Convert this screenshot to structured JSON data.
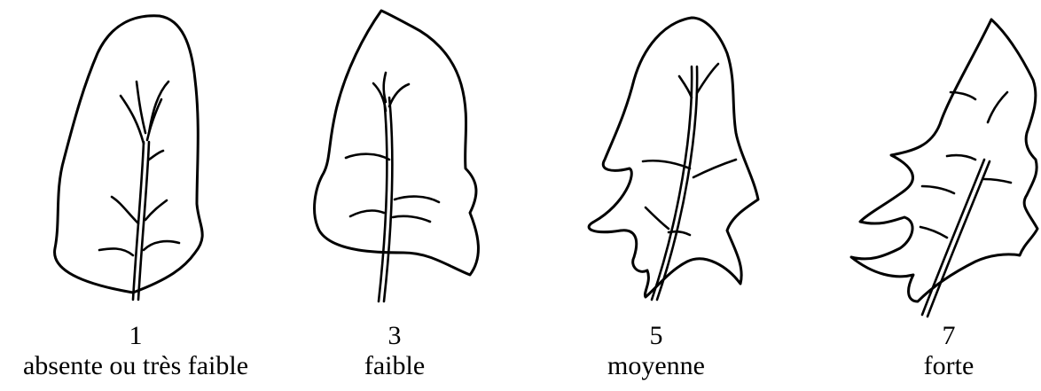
{
  "items": [
    {
      "note": "1",
      "label": "absente ou très faible"
    },
    {
      "note": "3",
      "label": "faible"
    },
    {
      "note": "5",
      "label": "moyenne"
    },
    {
      "note": "7",
      "label": "forte"
    }
  ]
}
